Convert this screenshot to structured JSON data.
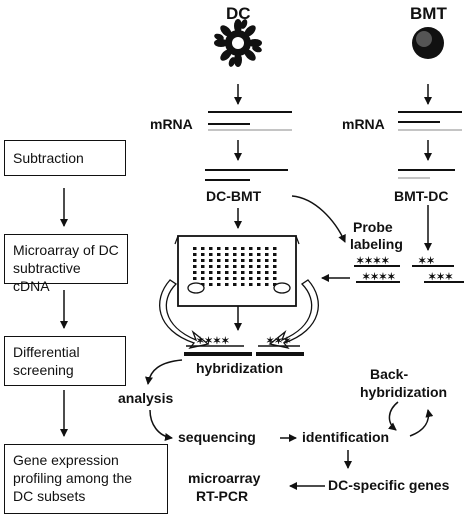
{
  "sources": {
    "dc": "DC",
    "bmt": "BMT"
  },
  "labels": {
    "mrna_left": "mRNA",
    "mrna_right": "mRNA",
    "dc_bmt": "DC-BMT",
    "bmt_dc": "BMT-DC",
    "probe_labeling_1": "Probe",
    "probe_labeling_2": "labeling",
    "hybridization": "hybridization",
    "analysis": "analysis",
    "sequencing": "sequencing",
    "identification": "identification",
    "back_hybridization_1": "Back-",
    "back_hybridization_2": "hybridization",
    "microarray": "microarray",
    "rt_pcr": "RT-PCR",
    "dc_specific_genes": "DC-specific genes"
  },
  "steps": [
    {
      "line1": "Subtraction"
    },
    {
      "line1": "Microarray of DC",
      "line2": "subtractive cDNA"
    },
    {
      "line1": "Differential",
      "line2": "screening"
    },
    {
      "line1": "Gene expression",
      "line2": "profiling among the",
      "line3": "DC subsets"
    }
  ]
}
